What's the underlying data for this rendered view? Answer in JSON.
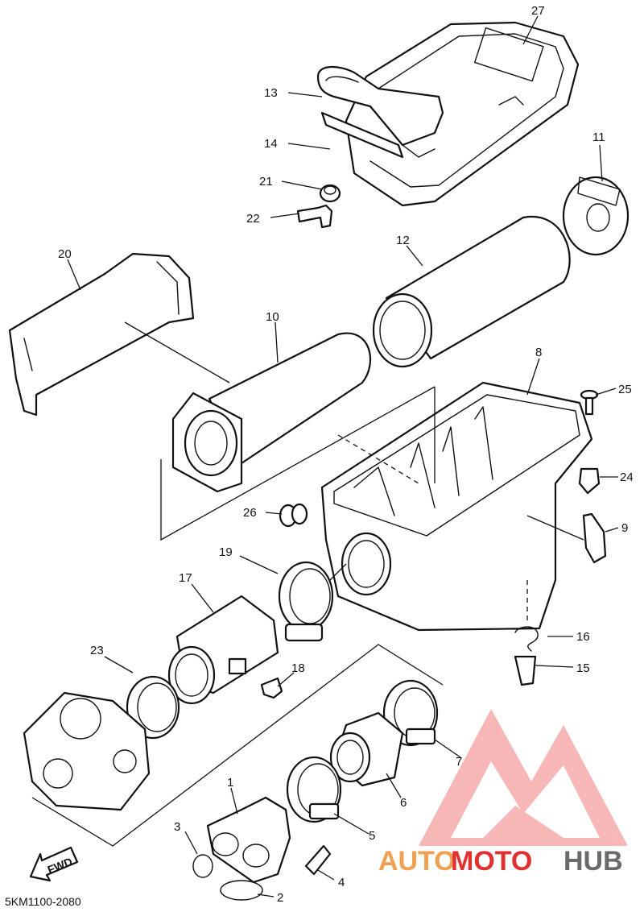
{
  "drawing_code": "5KM1100-2080",
  "fwd_label": "FWD",
  "watermark": {
    "part1": "AUTO",
    "part2": "MOTO",
    "part3": "HUB",
    "color_orange": "#f0a050",
    "color_red": "#e03030",
    "color_gray": "#6a6a6a",
    "logo_color": "#f08a8a"
  },
  "callouts": [
    {
      "id": "c27",
      "number": "27"
    },
    {
      "id": "c13",
      "number": "13"
    },
    {
      "id": "c14",
      "number": "14"
    },
    {
      "id": "c21",
      "number": "21"
    },
    {
      "id": "c22",
      "number": "22"
    },
    {
      "id": "c11",
      "number": "11"
    },
    {
      "id": "c12",
      "number": "12"
    },
    {
      "id": "c20",
      "number": "20"
    },
    {
      "id": "c10",
      "number": "10"
    },
    {
      "id": "c8",
      "number": "8"
    },
    {
      "id": "c25",
      "number": "25"
    },
    {
      "id": "c24",
      "number": "24"
    },
    {
      "id": "c26",
      "number": "26"
    },
    {
      "id": "c9",
      "number": "9"
    },
    {
      "id": "c19",
      "number": "19"
    },
    {
      "id": "c17",
      "number": "17"
    },
    {
      "id": "c16",
      "number": "16"
    },
    {
      "id": "c23",
      "number": "23"
    },
    {
      "id": "c18",
      "number": "18"
    },
    {
      "id": "c15",
      "number": "15"
    },
    {
      "id": "c7",
      "number": "7"
    },
    {
      "id": "c1",
      "number": "1"
    },
    {
      "id": "c6",
      "number": "6"
    },
    {
      "id": "c3",
      "number": "3"
    },
    {
      "id": "c5",
      "number": "5"
    },
    {
      "id": "c4",
      "number": "4"
    },
    {
      "id": "c2",
      "number": "2"
    }
  ]
}
